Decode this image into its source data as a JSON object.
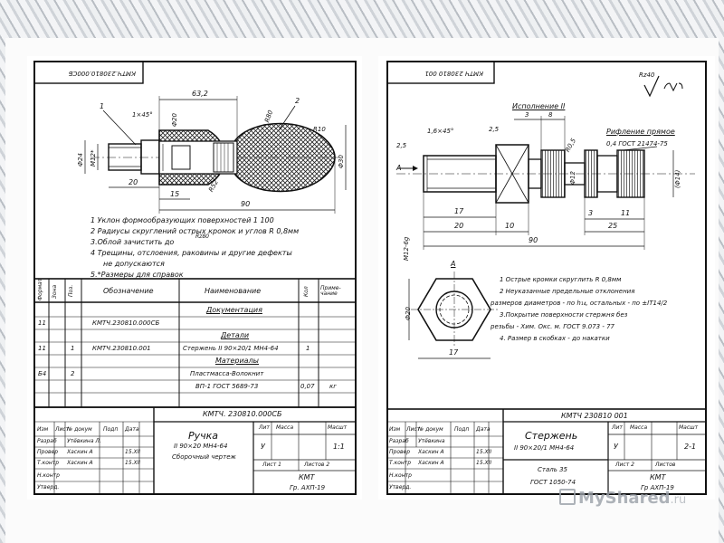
{
  "sheet1": {
    "stamp_top": "КМТЧ.230810.000СБ",
    "dims": {
      "d1": "1",
      "d2": "2",
      "chamfer": "1×45°",
      "len": "63,2",
      "d20": "Ф20",
      "r80": "R80",
      "r10": "R10",
      "d24": "Ф24",
      "m12": "М12*",
      "d30": "Ф30",
      "l20": "20",
      "l15": "15",
      "r52": "R52",
      "l90": "90"
    },
    "notes": [
      "1 Уклон формообразующих поверхностей 1 100",
      "2 Радиусы скруглений острых кромок и углов R 0,8мм",
      "3.Облой зачистить до",
      "4 Трещины, отслоения, раковины и другие дефекты",
      "не допускаются",
      "5.*Размеры для справок"
    ],
    "roughness_note": "Rz80",
    "spec_header": {
      "format": "Формат",
      "zone": "Зона",
      "pos": "Поз.",
      "designation": "Обозначение",
      "name": "Наименование",
      "qty": "Кол",
      "note": "Приме-чание"
    },
    "spec_rows": [
      {
        "format": "",
        "zone": "",
        "pos": "",
        "designation": "",
        "name": "Документация",
        "qty": "",
        "note": ""
      },
      {
        "format": "11",
        "zone": "",
        "pos": "",
        "designation": "КМТЧ.230810.000СБ",
        "name": "",
        "qty": "",
        "note": ""
      },
      {
        "format": "",
        "zone": "",
        "pos": "",
        "designation": "",
        "name": "Детали",
        "qty": "",
        "note": ""
      },
      {
        "format": "11",
        "zone": "",
        "pos": "1",
        "designation": "КМТЧ.230810.001",
        "name": "Стержень II 90×20/1 МН4-64",
        "qty": "1",
        "note": ""
      },
      {
        "format": "",
        "zone": "",
        "pos": "",
        "designation": "",
        "name": "Материалы",
        "qty": "",
        "note": ""
      },
      {
        "format": "Б4",
        "zone": "",
        "pos": "2",
        "designation": "",
        "name": "Пластмасса-Волокнит",
        "qty": "",
        "note": ""
      },
      {
        "format": "",
        "zone": "",
        "pos": "",
        "designation": "",
        "name": "ВП-1 ГОСТ 5689-73",
        "qty": "0,07",
        "note": "кг"
      }
    ],
    "title_block": {
      "code": "КМТЧ. 230810.000СБ",
      "name1": "Ручка",
      "name2": "II 90×20 МН4-64",
      "name3": "Сборочный чертеж",
      "lit": "Лит",
      "mass": "Масса",
      "scale": "Масшт",
      "lit_val": "У",
      "scale_val": "1:1",
      "sheet": "Лист 1",
      "sheets": "Листов 2",
      "org1": "КМТ",
      "org2": "Гр. АХП-19",
      "rows": [
        {
          "role": "Изм",
          "c2": "Лист",
          "c3": "№ докум",
          "c4": "Подп",
          "c5": "Дата"
        },
        {
          "role": "Разраб",
          "c2": "",
          "c3": "Утёвкина Л.",
          "c4": "",
          "c5": ""
        },
        {
          "role": "Провер",
          "c2": "",
          "c3": "Хаскин А",
          "c4": "",
          "c5": "15.XII"
        },
        {
          "role": "Т.контр",
          "c2": "",
          "c3": "Хаскин А",
          "c4": "",
          "c5": "15.XII"
        },
        {
          "role": "Н.контр",
          "c2": "",
          "c3": "",
          "c4": "",
          "c5": ""
        },
        {
          "role": "Утверд.",
          "c2": "",
          "c3": "",
          "c4": "",
          "c5": ""
        }
      ]
    }
  },
  "sheet2": {
    "stamp_top": "КМТЧ 230810 001",
    "roughness_top": "Rz40",
    "execution": "Исполнение II",
    "knurl": "Рифление прямое",
    "knurl_std": "0,4 ГОСТ 21474-75",
    "dims": {
      "d25": "2,5",
      "chamfer": "1,6×45°",
      "d25b": "2,5",
      "n3": "3",
      "n8": "8",
      "r05": "R0,5",
      "m12": "М12-6g",
      "d12": "Ф12",
      "d14": "(Ф14)",
      "n17": "17",
      "n20": "20",
      "n10": "10",
      "n3b": "3",
      "n11": "11",
      "n25": "25",
      "n90": "90",
      "a": "А",
      "a2": "A",
      "d20": "Ф20",
      "n17b": "17"
    },
    "notes": [
      "1 Острые кромки скруглить R 0,8мм",
      "2 Неуказанные предельные отклонения",
      "размеров диаметров - по h₁₄, остальных - по ±IT14/2",
      "3.Покрытие поверхности стержня без",
      "резьбы - Хим. Окс. м. ГОСТ 9.073 - 77",
      "4. Размер в скобках - до накатки"
    ],
    "title_block": {
      "code": "КМТЧ 230810 001",
      "name1": "Стержень",
      "name2": "II 90×20/1 МН4-64",
      "lit": "Лит",
      "mass": "Масса",
      "scale": "Масшт",
      "lit_val": "У",
      "scale_val": "2-1",
      "sheet": "Лист 2",
      "sheets": "Листов",
      "material1": "Сталь 35",
      "material2": "ГОСТ 1050-74",
      "org1": "КМТ",
      "org2": "Гр АХП-19",
      "rows": [
        {
          "role": "Изм",
          "c2": "Лист",
          "c3": "№ докум",
          "c4": "Подп",
          "c5": "Дата"
        },
        {
          "role": "Разраб",
          "c2": "",
          "c3": "Утёвкина",
          "c4": "",
          "c5": ""
        },
        {
          "role": "Провер",
          "c2": "",
          "c3": "Хаскин А",
          "c4": "",
          "c5": "15.XII"
        },
        {
          "role": "Т.контр",
          "c2": "",
          "c3": "Хаскин А",
          "c4": "",
          "c5": "15.XII"
        },
        {
          "role": "Н.контр",
          "c2": "",
          "c3": "",
          "c4": "",
          "c5": ""
        },
        {
          "role": "Утверд.",
          "c2": "",
          "c3": "",
          "c4": "",
          "c5": ""
        }
      ]
    }
  },
  "watermark": {
    "text": "MyShared",
    "dot": ".ru"
  },
  "colors": {
    "ink": "#111111",
    "hatch": "#222222",
    "paper": "#ffffff",
    "background": "#dfe2e6"
  }
}
